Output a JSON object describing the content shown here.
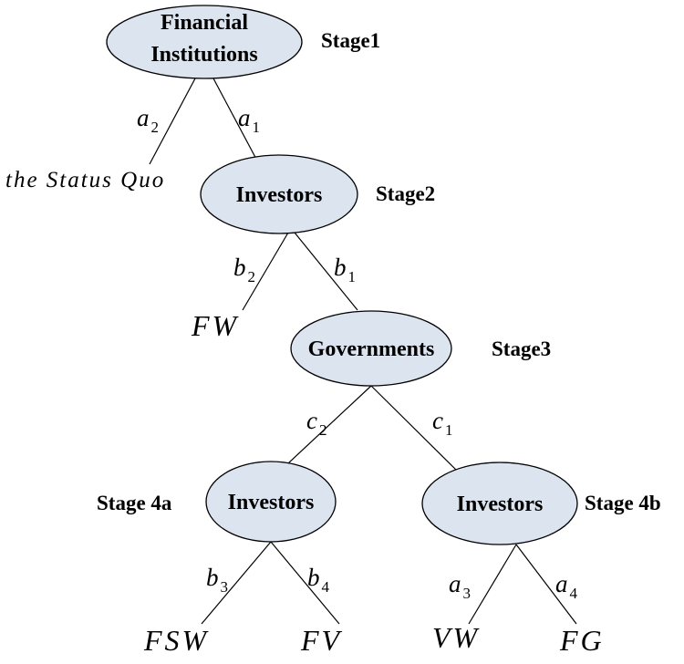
{
  "nodes": {
    "financial": {
      "line1": "Financial",
      "line2": "Institutions",
      "stage": "Stage1"
    },
    "investors1": {
      "label": "Investors",
      "stage": "Stage2"
    },
    "governments": {
      "label": "Governments",
      "stage": "Stage3"
    },
    "investors4a": {
      "label": "Investors",
      "stage": "Stage 4a"
    },
    "investors4b": {
      "label": "Investors",
      "stage": "Stage 4b"
    }
  },
  "actions": {
    "a2": {
      "letter": "a",
      "sub": "2"
    },
    "a1": {
      "letter": "a",
      "sub": "1"
    },
    "b2": {
      "letter": "b",
      "sub": "2"
    },
    "b1": {
      "letter": "b",
      "sub": "1"
    },
    "c2": {
      "letter": "c",
      "sub": "2"
    },
    "c1": {
      "letter": "c",
      "sub": "1"
    },
    "b3": {
      "letter": "b",
      "sub": "3"
    },
    "b4": {
      "letter": "b",
      "sub": "4"
    },
    "a3": {
      "letter": "a",
      "sub": "3"
    },
    "a4": {
      "letter": "a",
      "sub": "4"
    }
  },
  "outcomes": {
    "status_quo": "the Status Quo",
    "fw": "FW",
    "fsw": "FSW",
    "fv": "FV",
    "vw": "VW",
    "fg": "FG"
  }
}
